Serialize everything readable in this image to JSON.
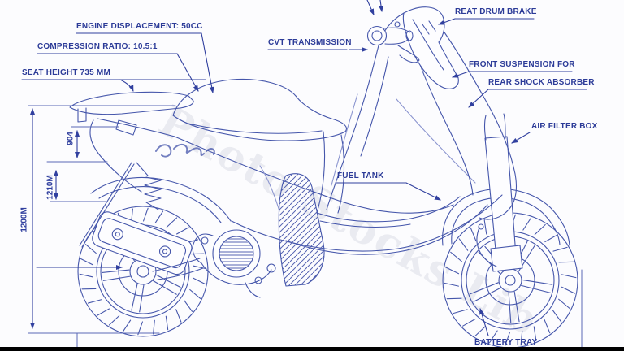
{
  "colors": {
    "line": "#4556ab",
    "line_light": "#8a94cf",
    "annotation": "#31409f",
    "label_text": "#2c3b98",
    "background": "#fcfcfe",
    "bottom_bar": "#000000"
  },
  "watermark": "Photo Stocks Lib",
  "labels": {
    "engine_displacement": "ENGINE DISPLACEMENT: 50CC",
    "compression_ratio": "COMPRESSION RATIO: 10.5:1",
    "seat_height": "SEAT HEIGHT 735 MM",
    "cvt_transmission": "CVT TRANSMISSION",
    "rear_drum_brake": "REAT DRUM BRAKE",
    "front_suspension": "FRONT SUSPENSION FOR",
    "rear_shock_absorber": "REAR SHOCK ABSORBER",
    "air_filter_box": "AIR FILTER BOX",
    "fuel_tank": "FUEL TANK",
    "battery_tray": "BATTERY TRAY"
  },
  "dimensions": {
    "overall_height": "1200M",
    "mid_height": "1210M",
    "upper_height": "904"
  }
}
